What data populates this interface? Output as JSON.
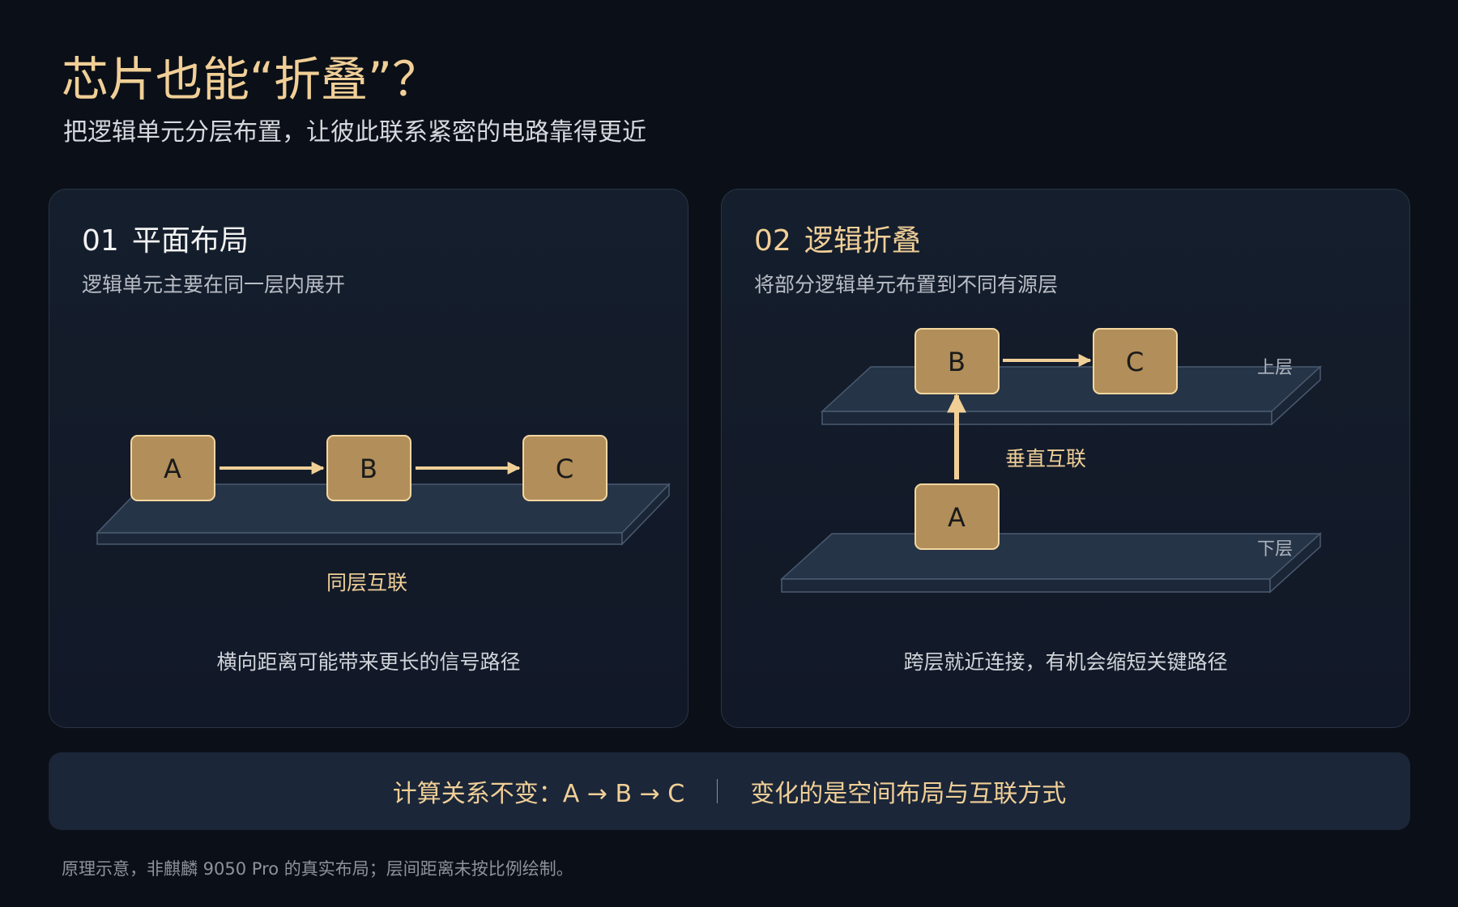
{
  "title": "芯片也能“折叠”？",
  "subtitle": "把逻辑单元分层布置，让彼此联系紧密的电路靠得更近",
  "panels": [
    {
      "number": "01",
      "title": "平面布局",
      "description": "逻辑单元主要在同一层内展开",
      "boxes": [
        "A",
        "B",
        "C"
      ],
      "link_label": "同层互联",
      "caption": "横向距离可能带来更长的信号路径"
    },
    {
      "number": "02",
      "title": "逻辑折叠",
      "description": "将部分逻辑单元布置到不同有源层",
      "boxes": [
        "B",
        "C",
        "A"
      ],
      "upper_layer_label": "上层",
      "lower_layer_label": "下层",
      "link_label": "垂直互联",
      "caption": "跨层就近连接，有机会缩短关键路径"
    }
  ],
  "summary": {
    "left": "计算关系不变：A → B → C",
    "right": "变化的是空间布局与互联方式"
  },
  "footnote": "原理示意，非麒麟 9050 Pro 的真实布局；层间距离未按比例绘制。",
  "colors": {
    "background": "#0b0f17",
    "accent_gold": "#f0cf97",
    "box_fill": "#b18e5a",
    "box_border": "#f4d7a0",
    "layer_fill": "#263447",
    "panel_border": "#2a3547"
  }
}
